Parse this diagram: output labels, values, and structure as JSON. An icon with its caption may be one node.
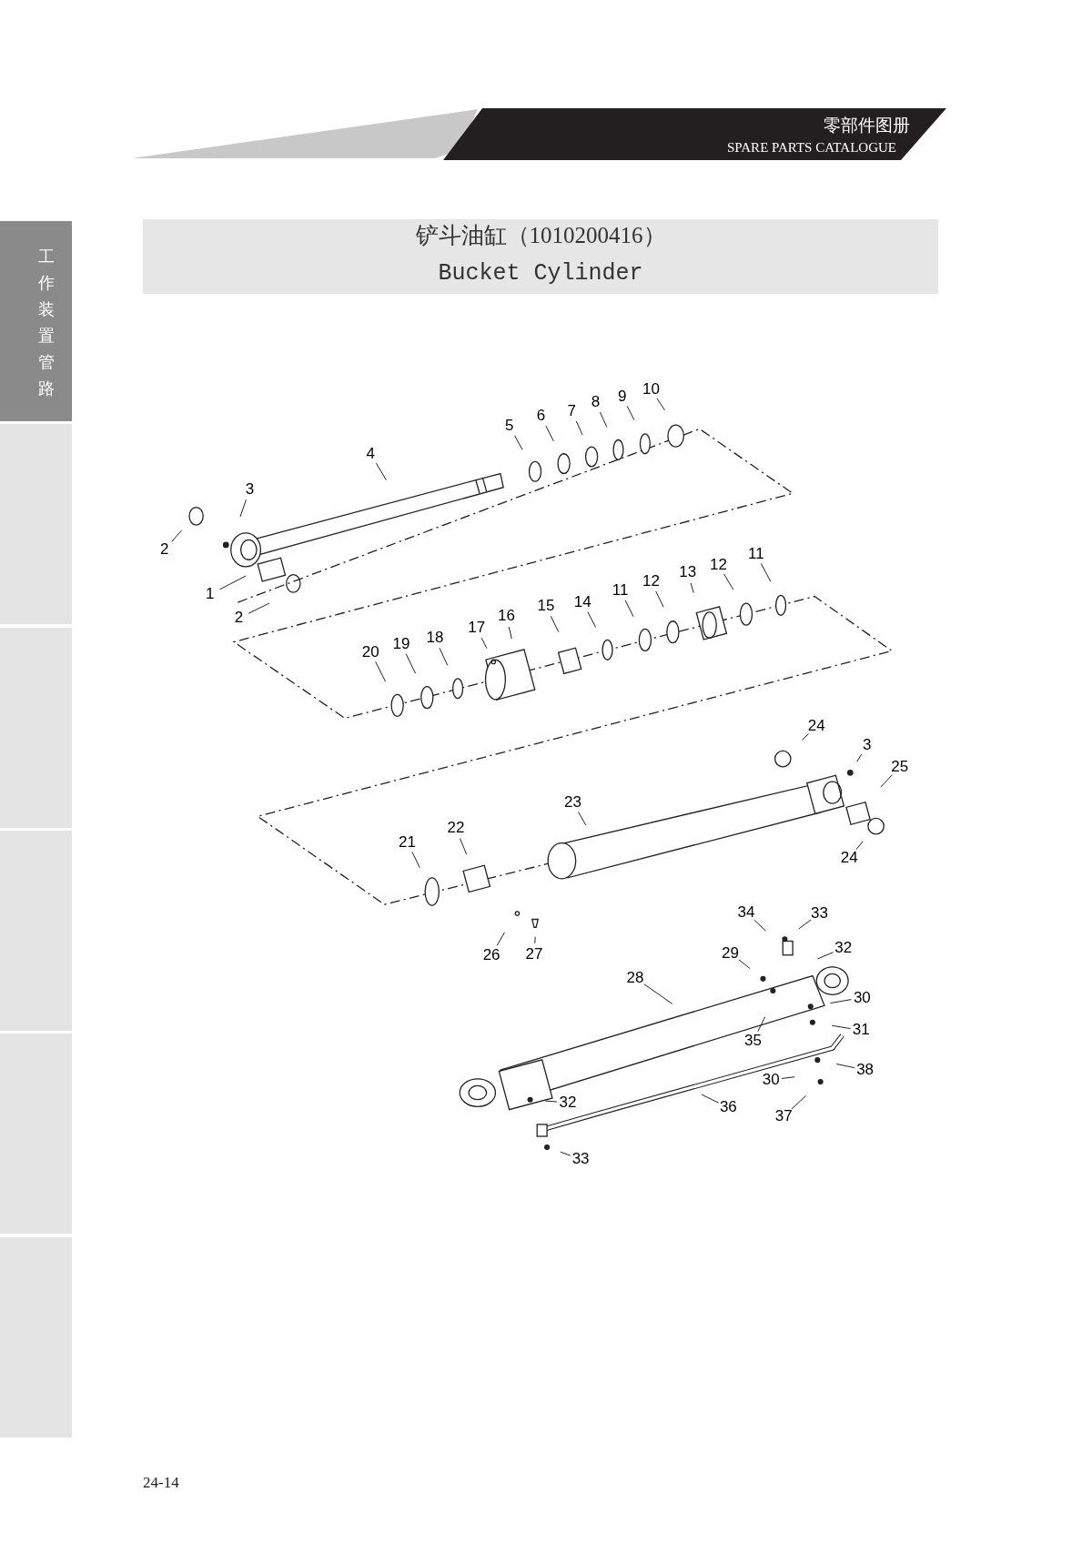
{
  "diagram": {
    "title": "铲斗油缸（1010200416）",
    "nodes": [
      {
        "text": [
          "10"
        ]
      },
      {
        "text": [
          "9"
        ]
      },
      {
        "text": [
          "8"
        ]
      },
      {
        "text": [
          "7"
        ]
      },
      {
        "text": [
          "6"
        ]
      },
      {
        "text": [
          "5"
        ]
      },
      {
        "text": [
          "4"
        ]
      },
      {
        "text": [
          "3"
        ]
      },
      {
        "text": [
          "2"
        ]
      },
      {
        "text": [
          "1"
        ]
      },
      {
        "text": [
          "2"
        ]
      },
      {
        "text": [
          "11"
        ]
      },
      {
        "text": [
          "12"
        ]
      },
      {
        "text": [
          "13"
        ]
      },
      {
        "text": [
          "12"
        ]
      },
      {
        "text": [
          "11"
        ]
      },
      {
        "text": [
          "14"
        ]
      },
      {
        "text": [
          "15"
        ]
      },
      {
        "text": [
          "16"
        ]
      },
      {
        "text": [
          "17"
        ]
      },
      {
        "text": [
          "18"
        ]
      },
      {
        "text": [
          "19"
        ]
      },
      {
        "text": [
          "20"
        ]
      },
      {
        "text": [
          "24"
        ]
      },
      {
        "text": [
          "3"
        ]
      },
      {
        "text": [
          "25"
        ]
      },
      {
        "text": [
          "23"
        ]
      },
      {
        "text": [
          "22"
        ]
      },
      {
        "text": [
          "21"
        ]
      },
      {
        "text": [
          "24"
        ]
      },
      {
        "text": [
          "34"
        ]
      },
      {
        "text": [
          "33"
        ]
      },
      {
        "text": [
          "26"
        ]
      },
      {
        "text": [
          "27"
        ]
      },
      {
        "text": [
          "29"
        ]
      },
      {
        "text": [
          "32"
        ]
      },
      {
        "text": [
          "28"
        ]
      },
      {
        "text": [
          "30"
        ]
      },
      {
        "text": [
          "31"
        ]
      },
      {
        "text": [
          "35"
        ]
      },
      {
        "text": [
          "38"
        ]
      },
      {
        "text": [
          "30"
        ]
      },
      {
        "text": [
          "32"
        ]
      },
      {
        "text": [
          "36"
        ]
      },
      {
        "text": [
          "37"
        ]
      },
      {
        "text": [
          "33"
        ]
      }
    ],
    "edges": [
      {
        "from": 0,
        "to": null,
        "arrow": "none"
      },
      {
        "from": 1,
        "to": null,
        "arrow": "none"
      },
      {
        "from": 2,
        "to": null,
        "arrow": "none"
      },
      {
        "from": 3,
        "to": null,
        "arrow": "none"
      },
      {
        "from": 4,
        "to": null,
        "arrow": "none"
      },
      {
        "from": 5,
        "to": null,
        "arrow": "none"
      },
      {
        "from": 6,
        "to": null,
        "arrow": "none"
      },
      {
        "from": 7,
        "to": null,
        "arrow": "none"
      },
      {
        "from": 8,
        "to": null,
        "arrow": "none"
      },
      {
        "from": 9,
        "to": null,
        "arrow": "none"
      },
      {
        "from": 10,
        "to": null,
        "arrow": "none"
      },
      {
        "from": 11,
        "to": null,
        "arrow": "none"
      },
      {
        "from": 12,
        "to": null,
        "arrow": "none"
      },
      {
        "from": 13,
        "to": null,
        "arrow": "none"
      },
      {
        "from": 14,
        "to": null,
        "arrow": "none"
      },
      {
        "from": 15,
        "to": null,
        "arrow": "none"
      },
      {
        "from": 16,
        "to": null,
        "arrow": "none"
      },
      {
        "from": 17,
        "to": null,
        "arrow": "none"
      },
      {
        "from": 18,
        "to": null,
        "arrow": "none"
      },
      {
        "from": 19,
        "to": null,
        "arrow": "none"
      },
      {
        "from": 20,
        "to": null,
        "arrow": "none"
      },
      {
        "from": 21,
        "to": null,
        "arrow": "none"
      },
      {
        "from": 22,
        "to": null,
        "arrow": "none"
      },
      {
        "from": 23,
        "to": null,
        "arrow": "none"
      },
      {
        "from": 24,
        "to": null,
        "arrow": "none"
      },
      {
        "from": 25,
        "to": null,
        "arrow": "none"
      },
      {
        "from": 26,
        "to": null,
        "arrow": "none"
      },
      {
        "from": 27,
        "to": null,
        "arrow": "none"
      },
      {
        "from": 28,
        "to": null,
        "arrow": "none"
      },
      {
        "from": 29,
        "to": null,
        "arrow": "none"
      },
      {
        "from": 30,
        "to": null,
        "arrow": "none"
      },
      {
        "from": 31,
        "to": null,
        "arrow": "none"
      },
      {
        "from": 32,
        "to": null,
        "arrow": "none"
      },
      {
        "from": 33,
        "to": null,
        "arrow": "none"
      },
      {
        "from": 34,
        "to": null,
        "arrow": "none"
      },
      {
        "from": 35,
        "to": null,
        "arrow": "none"
      },
      {
        "from": 36,
        "to": null,
        "arrow": "none"
      },
      {
        "from": 37,
        "to": null,
        "arrow": "none"
      },
      {
        "from": 38,
        "to": null,
        "arrow": "none"
      },
      {
        "from": 39,
        "to": null,
        "arrow": "none"
      },
      {
        "from": 40,
        "to": null,
        "arrow": "none"
      },
      {
        "from": 41,
        "to": null,
        "arrow": "none"
      },
      {
        "from": 42,
        "to": null,
        "arrow": "none"
      },
      {
        "from": 43,
        "to": null,
        "arrow": "none"
      },
      {
        "from": 44,
        "to": null,
        "arrow": "none"
      },
      {
        "from": 45,
        "to": null,
        "arrow": "none"
      }
    ],
    "labels": [
      "零部件图册",
      "SPARE PARTS CATALOGUE",
      "Bucket Cylinder",
      "工作装置管路",
      "24-14"
    ]
  }
}
